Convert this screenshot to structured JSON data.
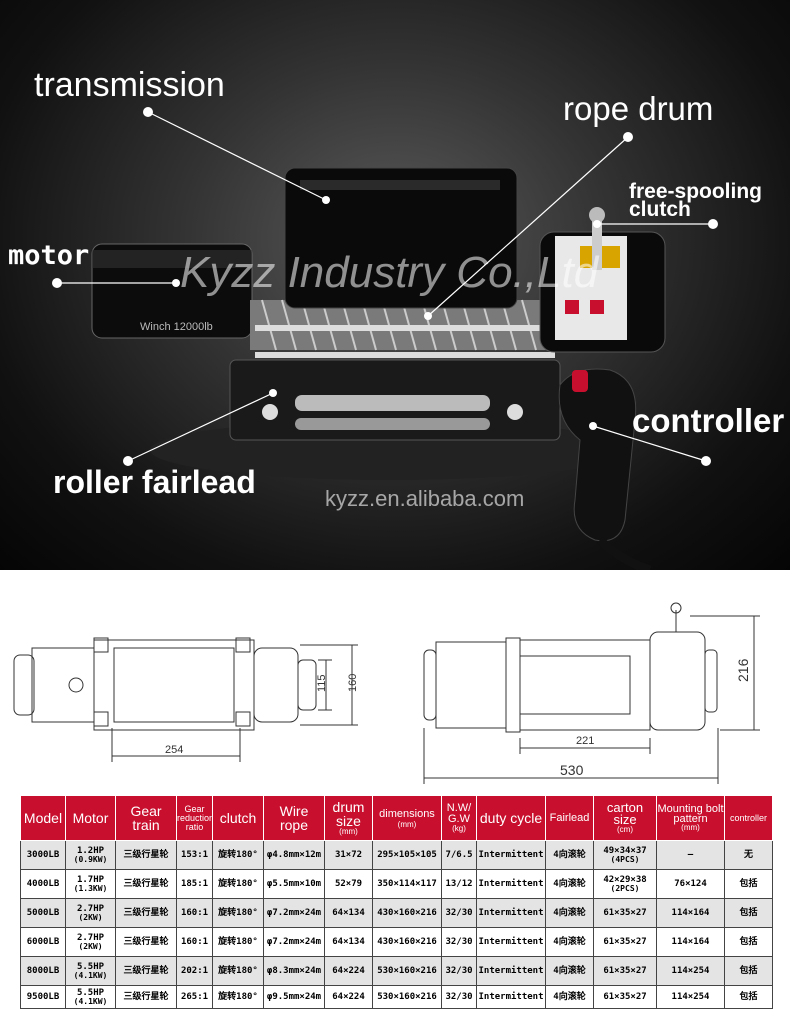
{
  "callouts": {
    "transmission": "transmission",
    "rope_drum": "rope drum",
    "motor": "motor",
    "free_spooling_1": "free-spooling",
    "free_spooling_2": "clutch",
    "controller": "controller",
    "roller_fairlead": "roller fairlead"
  },
  "watermark": "Kyzz Industry Co.,Ltd",
  "website": "kyzz.en.alibaba.com",
  "winch_label": "Winch 12000lb",
  "dimensions": {
    "d254": "254",
    "d115": "115",
    "d160": "160",
    "d221": "221",
    "d530": "530",
    "d216": "216"
  },
  "table": {
    "headers": [
      {
        "main": "Model"
      },
      {
        "main": "Motor"
      },
      {
        "main": "Gear train"
      },
      {
        "main": "Gear reduction ratio"
      },
      {
        "main": "clutch"
      },
      {
        "main": "Wire rope"
      },
      {
        "main": "drum size",
        "sub": "(mm)"
      },
      {
        "main": "dimensions",
        "sub": "(mm)"
      },
      {
        "main": "N.W/ G.W",
        "sub": "(kg)"
      },
      {
        "main": "duty cycle"
      },
      {
        "main": "Fairlead"
      },
      {
        "main": "carton size",
        "sub": "(cm)"
      },
      {
        "main": "Mounting bolt pattern",
        "sub": "(mm)"
      },
      {
        "main": "controller"
      }
    ],
    "rows": [
      [
        "3000LB",
        "1.2HP",
        "(0.9KW)",
        "三级行星轮",
        "153:1",
        "旋转180°",
        "φ4.8mm×12m",
        "31×72",
        "295×105×105",
        "7/6.5",
        "Intermittent",
        "4向滚轮",
        "49×34×37",
        "(4PCS)",
        "—",
        "无"
      ],
      [
        "4000LB",
        "1.7HP",
        "(1.3KW)",
        "三级行星轮",
        "185:1",
        "旋转180°",
        "φ5.5mm×10m",
        "52×79",
        "350×114×117",
        "13/12",
        "Intermittent",
        "4向滚轮",
        "42×29×38",
        "(2PCS)",
        "76×124",
        "包括"
      ],
      [
        "5000LB",
        "2.7HP",
        "(2KW)",
        "三级行星轮",
        "160:1",
        "旋转180°",
        "φ7.2mm×24m",
        "64×134",
        "430×160×216",
        "32/30",
        "Intermittent",
        "4向滚轮",
        "61×35×27",
        "",
        "114×164",
        "包括"
      ],
      [
        "6000LB",
        "2.7HP",
        "(2KW)",
        "三级行星轮",
        "160:1",
        "旋转180°",
        "φ7.2mm×24m",
        "64×134",
        "430×160×216",
        "32/30",
        "Intermittent",
        "4向滚轮",
        "61×35×27",
        "",
        "114×164",
        "包括"
      ],
      [
        "8000LB",
        "5.5HP",
        "(4.1KW)",
        "三级行星轮",
        "202:1",
        "旋转180°",
        "φ8.3mm×24m",
        "64×224",
        "530×160×216",
        "32/30",
        "Intermittent",
        "4向滚轮",
        "61×35×27",
        "",
        "114×254",
        "包括"
      ],
      [
        "9500LB",
        "5.5HP",
        "(4.1KW)",
        "三级行星轮",
        "265:1",
        "旋转180°",
        "φ9.5mm×24m",
        "64×224",
        "530×160×216",
        "32/30",
        "Intermittent",
        "4向滚轮",
        "61×35×27",
        "",
        "114×254",
        "包括"
      ]
    ]
  }
}
